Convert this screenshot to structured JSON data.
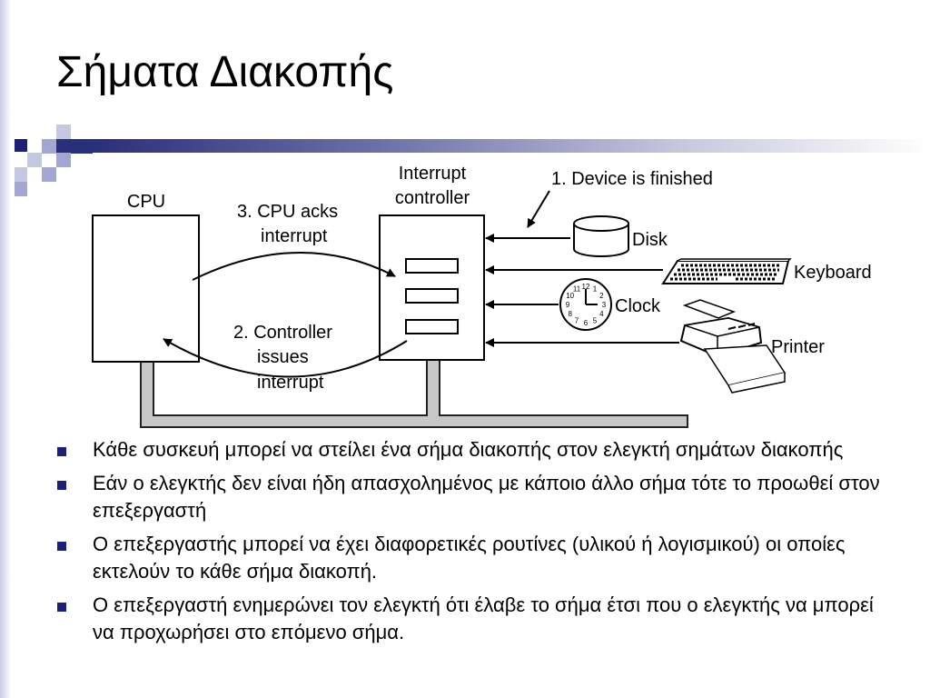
{
  "slide": {
    "title": "Σήματα Διακοπής"
  },
  "diagram": {
    "cpu_label": "CPU",
    "ic_label_line1": "Interrupt",
    "ic_label_line2": "controller",
    "step1": "1. Device is finished",
    "step3_line1": "3. CPU acks",
    "step3_line2": "interrupt",
    "step2_line1": "2. Controller",
    "step2_line2": "issues",
    "step2_line3": "interrupt",
    "disk": "Disk",
    "keyboard": "Keyboard",
    "clock": "Clock",
    "printer": "Printer",
    "clock_numerals": [
      "12",
      "1",
      "2",
      "3",
      "4",
      "5",
      "6",
      "7",
      "8",
      "9",
      "10",
      "11"
    ]
  },
  "bullets": [
    "Κάθε συσκευή μπορεί να στείλει ένα σήμα διακοπής στον ελεγκτή σημάτων διακοπής",
    "Εάν ο ελεγκτής δεν είναι ήδη απασχολημένος με κάποιο άλλο σήμα τότε το προωθεί στον επεξεργαστή",
    "Ο επεξεργαστής μπορεί να έχει διαφορετικές ρουτίνες (υλικού ή λογισμικού) οι οποίες εκτελούν το κάθε σήμα διακοπή.",
    "Ο επεξεργαστή ενημερώνει τον ελεγκτή ότι έλαβε το σήμα έτσι που ο ελεγκτής να μπορεί να προχωρήσει στο επόμενο σήμα."
  ],
  "colors": {
    "accent": "#2a2f7a",
    "bullet": "#1a1f7a",
    "bus": "#c8c8c8"
  }
}
